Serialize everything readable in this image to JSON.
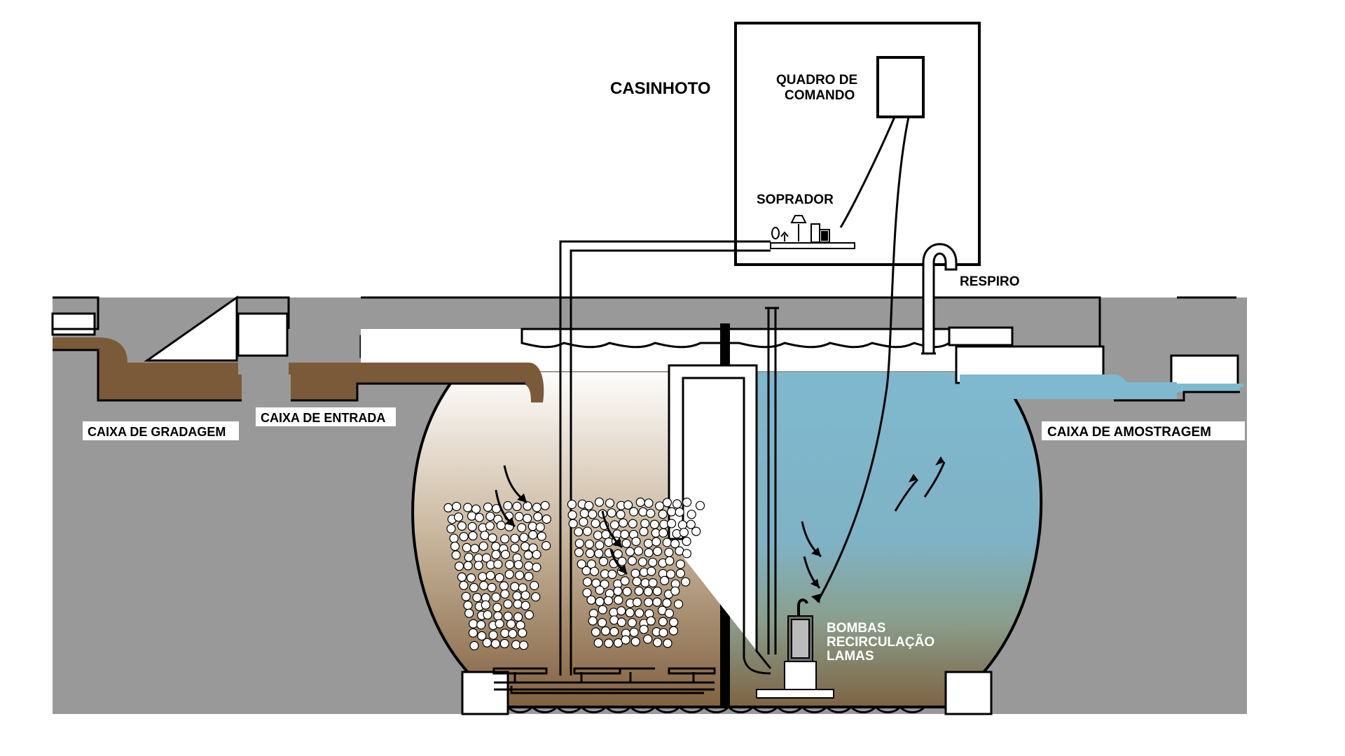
{
  "labels": {
    "casinhoto": "CASINHOTO",
    "quadro_line1": "QUADRO DE",
    "quadro_line2": "COMANDO",
    "soprador": "SOPRADOR",
    "respiro": "RESPIRO",
    "caixa_gradagem": "CAIXA DE GRADAGEM",
    "caixa_entrada": "CAIXA DE ENTRADA",
    "caixa_amostragem": "CAIXA DE AMOSTRAGEM",
    "bombas_line1": "BOMBAS",
    "bombas_line2": "RECIRCULAÇÃO",
    "bombas_line3": "LAMAS"
  },
  "colors": {
    "ground": "#999999",
    "sewage": "#7b5a3a",
    "clean_water": "#7fb9cf",
    "outline": "#000000",
    "label_white": "#ffffff"
  }
}
